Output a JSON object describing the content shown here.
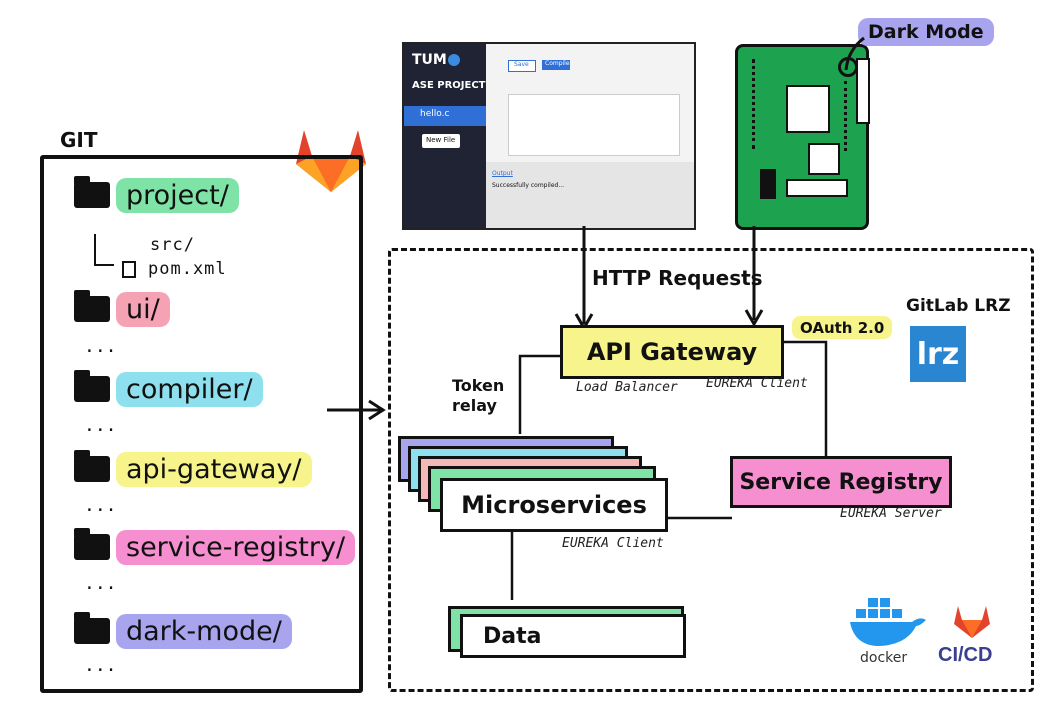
{
  "git": {
    "title": "GIT",
    "folders": [
      {
        "label": "project/",
        "color": "#7fe3a8"
      },
      {
        "label": "ui/",
        "color": "#f5a3b4"
      },
      {
        "label": "compiler/",
        "color": "#8ee0ee"
      },
      {
        "label": "api-gateway/",
        "color": "#f7f48c"
      },
      {
        "label": "service-registry/",
        "color": "#f58fcf"
      },
      {
        "label": "dark-mode/",
        "color": "#a8a4ee"
      }
    ],
    "project_children": [
      "src/",
      "pom.xml"
    ],
    "ellipsis": "..."
  },
  "editor": {
    "logo": "TUM",
    "project": "ASE PROJECT",
    "file": "hello.c",
    "new_file": "New File",
    "save": "Save",
    "compile": "Compile",
    "output_label": "Output",
    "output_text": "Successfully compiled..."
  },
  "labels": {
    "dark_mode": "Dark Mode",
    "http_requests": "HTTP Requests",
    "oauth": "OAuth 2.0",
    "gitlab_lrz": "GitLab LRZ",
    "lrz": "lrz",
    "token_relay": "Token relay",
    "docker": "docker",
    "cicd": "CI/CD"
  },
  "components": {
    "api_gateway": {
      "label": "API Gateway",
      "color": "#f7f48c",
      "captions": [
        "Load Balancer",
        "EUREKA Client"
      ]
    },
    "service_registry": {
      "label": "Service Registry",
      "color": "#f58fcf",
      "caption": "EUREKA Server"
    },
    "microservices": {
      "label": "Microservices",
      "caption": "EUREKA Client",
      "stack_colors": [
        "#a8a4ee",
        "#8ee0ee",
        "#f5b8b8",
        "#7fe3a8"
      ]
    },
    "data": {
      "label": "Data",
      "color": "#7fe3a8"
    }
  },
  "colors": {
    "gitlab_orange": "#e2432a",
    "gitlab_light": "#fca326",
    "lrz_blue": "#2a86d1",
    "docker_blue": "#2396ed",
    "board_green": "#1da350"
  }
}
